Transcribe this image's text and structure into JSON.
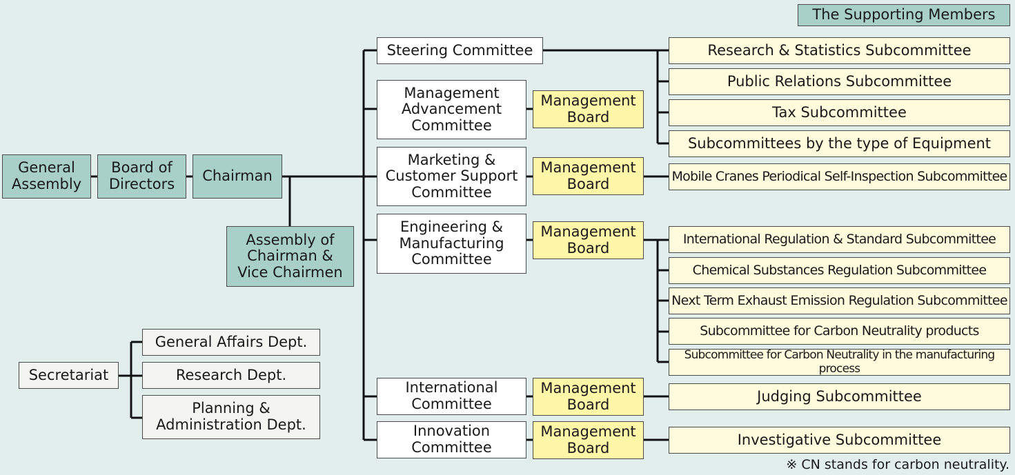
{
  "header_label": "The Supporting Members",
  "footnote": "※ CN stands for carbon neutrality.",
  "governance": {
    "general_assembly": "General\nAssembly",
    "board_of_directors": "Board of\nDirectors",
    "chairman": "Chairman",
    "assembly_chairmen": "Assembly of\nChairman &\nVice Chairmen"
  },
  "secretariat": {
    "label": "Secretariat",
    "departments": [
      "General Affairs Dept.",
      "Research Dept.",
      "Planning &\nAdministration Dept."
    ]
  },
  "committees": {
    "steering": "Steering Committee",
    "management_advancement": "Management\nAdvancement\nCommittee",
    "marketing": "Marketing &\nCustomer Support\nCommittee",
    "engineering": "Engineering &\nManufacturing\nCommittee",
    "international": "International\nCommittee",
    "innovation": "Innovation\nCommittee"
  },
  "management_board": "Management\nBoard",
  "subcommittees": {
    "research_statistics": "Research & Statistics Subcommittee",
    "public_relations": "Public Relations Subcommittee",
    "tax": "Tax Subcommittee",
    "by_equipment": "Subcommittees by the type of Equipment",
    "mobile_cranes": "Mobile Cranes Periodical Self-Inspection Subcommittee",
    "intl_regulation": "International Regulation & Standard Subcommittee",
    "chemical": "Chemical Substances Regulation Subcommittee",
    "exhaust": "Next Term Exhaust Emission Regulation Subcommittee",
    "cn_products": "Subcommittee for Carbon Neutrality products",
    "cn_manufacturing": "Subcommittee for Carbon Neutrality in the manufacturing process",
    "judging": "Judging Subcommittee",
    "investigative": "Investigative Subcommittee"
  },
  "colors": {
    "background": "#e2eeec",
    "teal": "#a9cfc9",
    "management_board": "#fff6a8",
    "subcommittee": "#fffbdc",
    "line": "#111111"
  }
}
